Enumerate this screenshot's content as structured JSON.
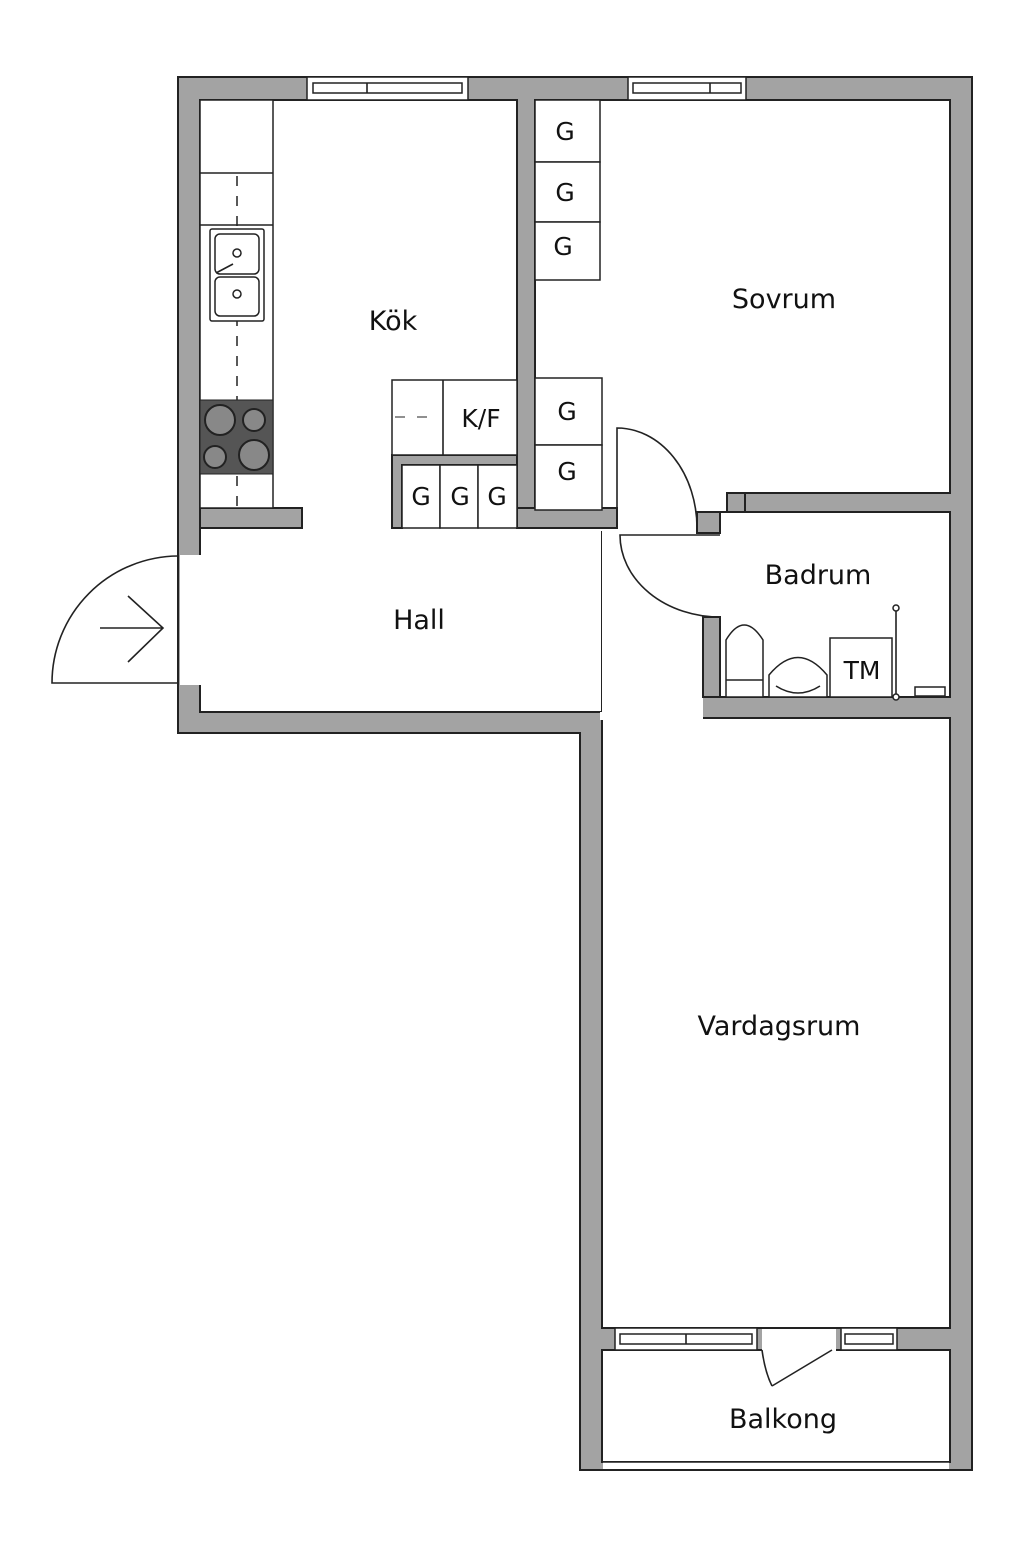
{
  "rooms": {
    "kitchen": "Kök",
    "bedroom": "Sovrum",
    "hall": "Hall",
    "bathroom": "Badrum",
    "living_room": "Vardagsrum",
    "balcony": "Balkong"
  },
  "fixtures": {
    "fridge_freezer": "K/F",
    "wardrobe": "G",
    "washing_machine": "TM"
  },
  "colors": {
    "wall": "#a3a3a3",
    "hob": "#555555"
  }
}
